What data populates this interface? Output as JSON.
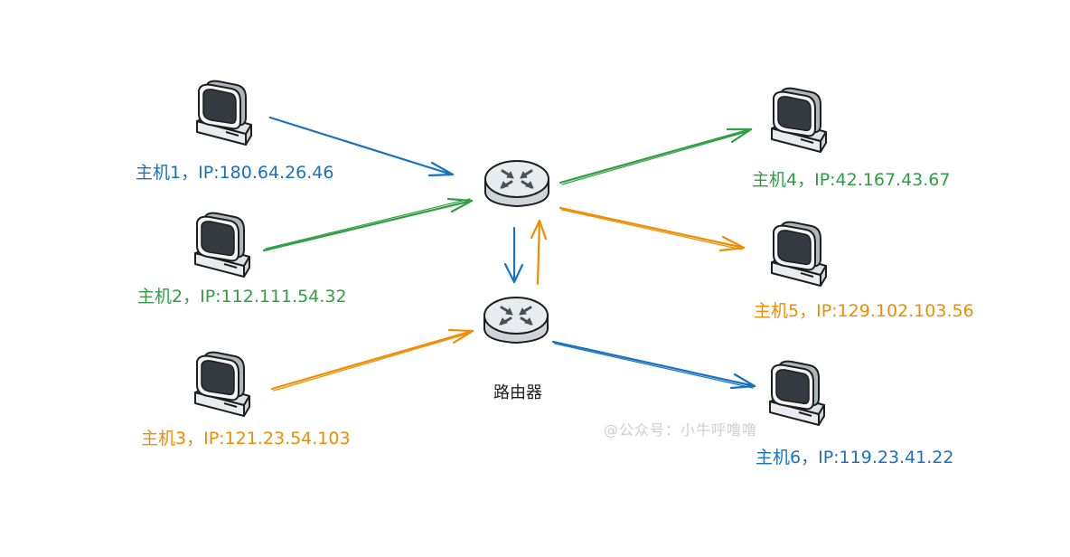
{
  "hosts": [
    {
      "id": "host-1",
      "label": "主机1，IP:180.64.26.46",
      "color": "#1971c2"
    },
    {
      "id": "host-2",
      "label": "主机2，IP:112.111.54.32",
      "color": "#2f9e44"
    },
    {
      "id": "host-3",
      "label": "主机3，IP:121.23.54.103",
      "color": "#f08c00"
    },
    {
      "id": "host-4",
      "label": "主机4，IP:42.167.43.67",
      "color": "#2f9e44"
    },
    {
      "id": "host-5",
      "label": "主机5，IP:129.102.103.56",
      "color": "#f08c00"
    },
    {
      "id": "host-6",
      "label": "主机6，IP:119.23.41.22",
      "color": "#1971c2"
    }
  ],
  "router_label": "路由器",
  "watermark": "@公众号：小牛呼噜噜",
  "colors": {
    "blue": "#1971c2",
    "green": "#2f9e44",
    "orange": "#f08c00",
    "device_outline": "#1e1e1e",
    "screen": "#343a40",
    "device_body": "#e9ecef"
  },
  "icons": [
    "computer-icon",
    "router-icon"
  ]
}
